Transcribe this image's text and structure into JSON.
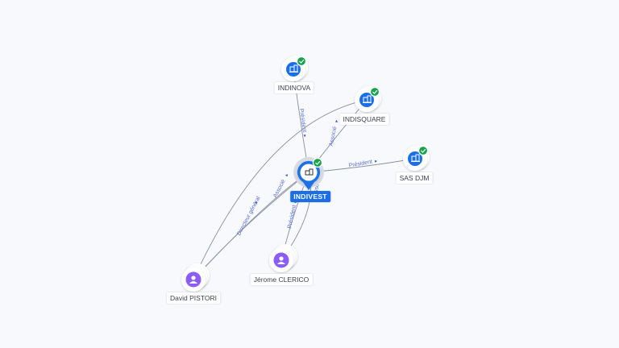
{
  "colors": {
    "background": "#f8f9fc",
    "company": "#1a6fe8",
    "person": "#8b5cf6",
    "verified": "#16a34a",
    "edge": "#8a8fa0",
    "edge_label": "#5a6fd6"
  },
  "nodes": {
    "indivest": {
      "label": "INDIVEST",
      "type": "company",
      "icon": "building-icon",
      "verified": true,
      "main": true
    },
    "indinova": {
      "label": "INDINOVA",
      "type": "company",
      "icon": "building-icon",
      "verified": true
    },
    "indisquare": {
      "label": "INDISQUARE",
      "type": "company",
      "icon": "building-icon",
      "verified": true
    },
    "sasdjm": {
      "label": "SAS DJM",
      "type": "company",
      "icon": "building-icon",
      "verified": true
    },
    "david": {
      "label": "David PISTORI",
      "type": "person",
      "icon": "user-icon"
    },
    "jerome": {
      "label": "Jérome CLERICO",
      "type": "person",
      "icon": "user-icon"
    }
  },
  "edges": [
    {
      "from": "indivest",
      "to": "indinova",
      "label": "Président"
    },
    {
      "from": "indivest",
      "to": "indisquare",
      "label": "Associé"
    },
    {
      "from": "indivest",
      "to": "sasdjm",
      "label": "Président"
    },
    {
      "from": "david",
      "to": "indivest",
      "label": "Directeur général"
    },
    {
      "from": "david",
      "to": "indivest",
      "label": "Associé"
    },
    {
      "from": "jerome",
      "to": "indivest",
      "label": "Président"
    },
    {
      "from": "jerome",
      "to": "indivest",
      "label": "Associé"
    },
    {
      "from": "david",
      "to": "indisquare",
      "label": ""
    }
  ]
}
